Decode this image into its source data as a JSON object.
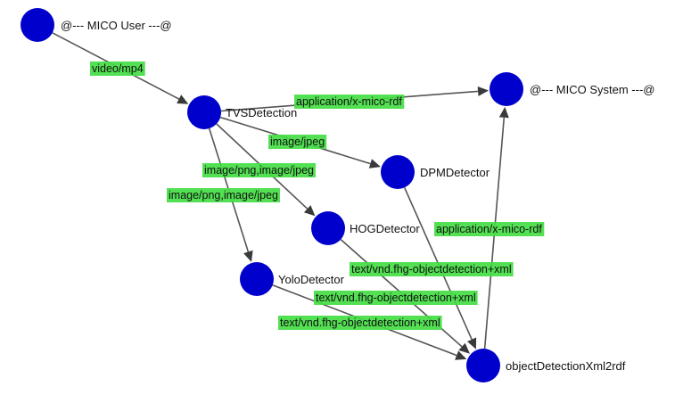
{
  "graph": {
    "nodes": [
      {
        "id": "user",
        "label": "@--- MICO User ---@"
      },
      {
        "id": "tvs",
        "label": "TVSDetection"
      },
      {
        "id": "system",
        "label": "@--- MICO System ---@"
      },
      {
        "id": "dpm",
        "label": "DPMDetector"
      },
      {
        "id": "hog",
        "label": "HOGDetector"
      },
      {
        "id": "yolo",
        "label": "YoloDetector"
      },
      {
        "id": "odx",
        "label": "objectDetectionXml2rdf"
      }
    ],
    "edges": [
      {
        "from": "user",
        "to": "tvs",
        "label": "video/mp4"
      },
      {
        "from": "tvs",
        "to": "system",
        "label": "application/x-mico-rdf"
      },
      {
        "from": "tvs",
        "to": "dpm",
        "label": "image/jpeg"
      },
      {
        "from": "tvs",
        "to": "hog",
        "label": "image/png,image/jpeg"
      },
      {
        "from": "tvs",
        "to": "yolo",
        "label": "image/png,image/jpeg"
      },
      {
        "from": "odx",
        "to": "system",
        "label": "application/x-mico-rdf"
      },
      {
        "from": "dpm",
        "to": "odx",
        "label": "text/vnd.fhg-objectdetection+xml"
      },
      {
        "from": "hog",
        "to": "odx",
        "label": "text/vnd.fhg-objectdetection+xml"
      },
      {
        "from": "yolo",
        "to": "odx",
        "label": "text/vnd.fhg-objectdetection+xml"
      }
    ],
    "colors": {
      "node": "#0000cc",
      "edge": "#555555",
      "label_background": "#44dd44"
    }
  }
}
